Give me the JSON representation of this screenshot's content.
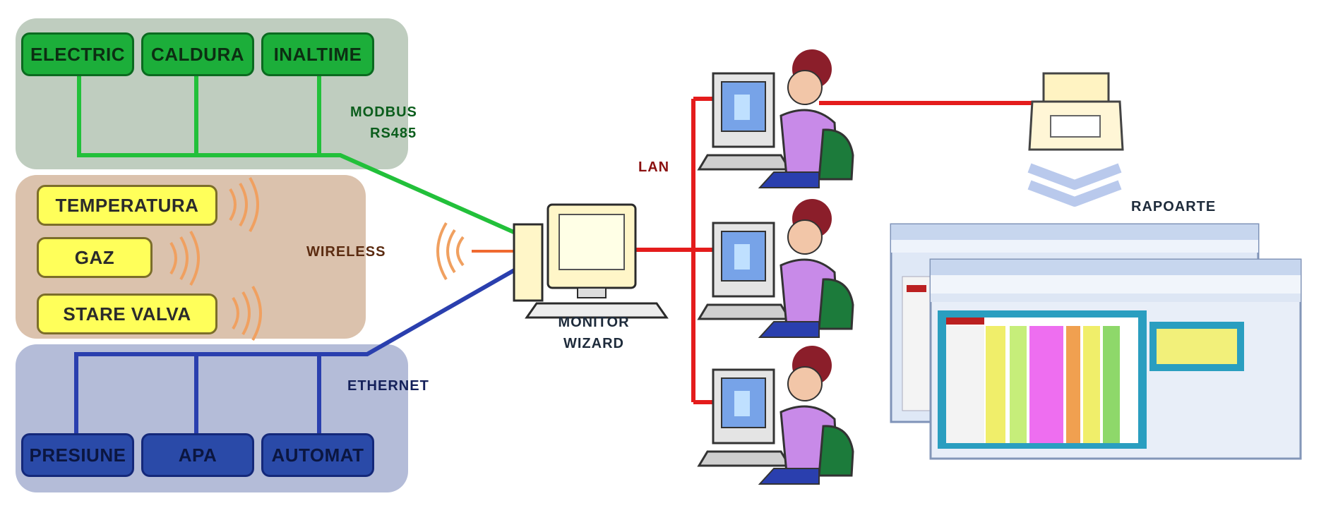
{
  "modbus": {
    "label_line1": "MODBUS",
    "label_line2": "RS485",
    "boxes": [
      "ELECTRIC",
      "CALDURA",
      "INALTIME"
    ]
  },
  "wireless": {
    "label": "WIRELESS",
    "boxes": [
      "TEMPERATURA",
      "GAZ",
      "STARE VALVA"
    ]
  },
  "ethernet": {
    "label": "ETHERNET",
    "boxes": [
      "PRESIUNE",
      "APA",
      "AUTOMAT"
    ]
  },
  "server": {
    "label_line1": "MONITOR",
    "label_line2": "WIZARD"
  },
  "network": {
    "lan_label": "LAN"
  },
  "reports": {
    "label": "RAPOARTE"
  },
  "colors": {
    "modbus_panel": "#bfcdbf",
    "wireless_panel": "#dbc2ad",
    "ethernet_panel": "#b4bcd8",
    "green_line": "#22c03a",
    "blue_line": "#2a3fae",
    "red_line": "#e41c1c"
  }
}
